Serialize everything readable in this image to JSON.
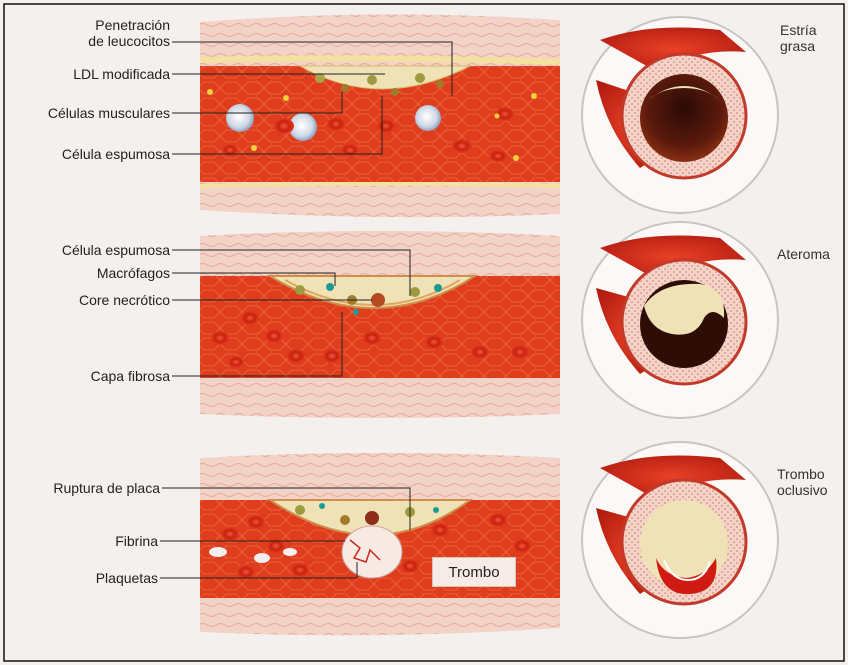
{
  "palette": {
    "background": "#f3f0ee",
    "vessel_wall": "#f1c9bd",
    "lumen_red": "#d8361d",
    "plaque": "#efe2b6",
    "border": "#111111"
  },
  "panels": [
    {
      "id": "estria",
      "stage_label": "Estría\ngrasa",
      "labels": [
        "Penetración\nde leucocitos",
        "LDL modificada",
        "Células musculares",
        "Célula espumosa"
      ]
    },
    {
      "id": "ateroma",
      "stage_label": "Ateroma",
      "labels": [
        "Célula espumosa",
        "Macrófagos",
        "Core necrótico",
        "Capa fibrosa"
      ]
    },
    {
      "id": "trombo",
      "stage_label": "Trombo\noclusivo",
      "labels": [
        "Ruptura de placa",
        "Fibrina",
        "Plaquetas"
      ],
      "callout": "Trombo"
    }
  ]
}
